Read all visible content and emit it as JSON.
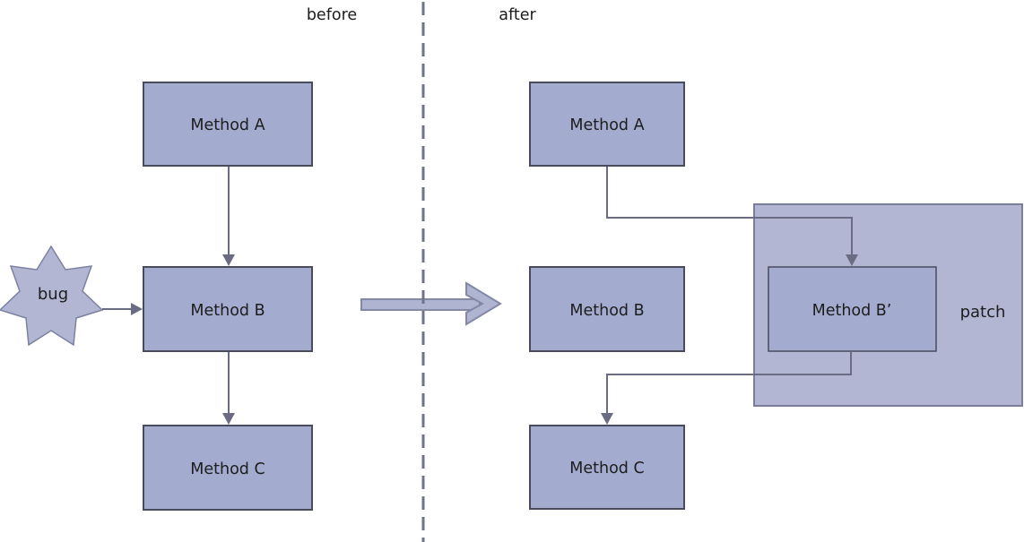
{
  "section_labels": {
    "before": "before",
    "after": "after"
  },
  "before_diagram": {
    "node_a": "Method A",
    "node_b": "Method B",
    "node_c": "Method C",
    "bug_label": "bug"
  },
  "after_diagram": {
    "node_a": "Method A",
    "node_b": "Method B",
    "node_b_prime": "Method B’",
    "node_c": "Method C",
    "patch_label": "patch"
  },
  "colors": {
    "node_fill": "#a3acce",
    "node_stroke": "#474b5c",
    "patch_fill": "#b2b6d2",
    "patch_stroke": "#7a7e99",
    "star_fill": "#b2b6d3",
    "star_stroke": "#7c81a1",
    "big_arrow_fill": "#afb5d1",
    "big_arrow_stroke": "#8288a5",
    "connector": "#696c82",
    "divider": "#6f7389",
    "text": "#1d1d1f"
  }
}
